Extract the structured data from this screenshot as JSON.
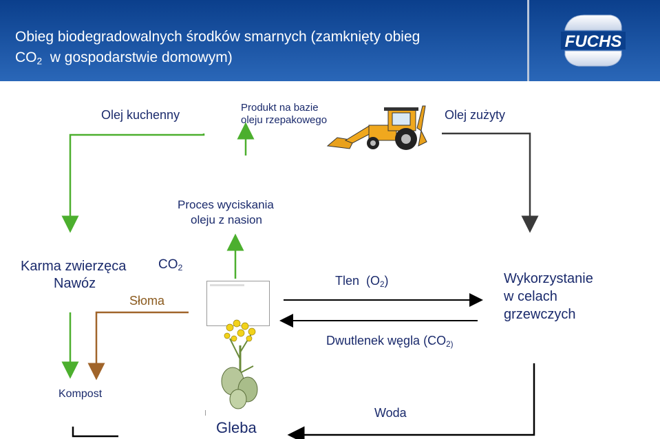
{
  "title": {
    "line1": "Obieg biodegradowalnych środków smarnych (zamknięty obieg",
    "line2_prefix": "CO",
    "line2_sub": "2",
    "line2_rest": "  w gospodarstwie domowym)"
  },
  "logo": {
    "text": "FUCHS"
  },
  "labels": {
    "kitchen_oil": "Olej kuchenny",
    "product_line1": "Produkt na bazie",
    "product_line2": "oleju  rzepakowego",
    "used_oil": "Olej zużyty",
    "press_line1": "Proces wyciskania",
    "press_line2": "oleju z nasion",
    "feed": "Karma zwierzęca",
    "fertilizer": "Nawóz",
    "co2_prefix": "CO",
    "co2_sub": "2",
    "straw": "Słoma",
    "oxygen_prefix": "Tlen  (O",
    "oxygen_sub": "2",
    "oxygen_suffix": ")",
    "heating_line1": "Wykorzystanie",
    "heating_line2": "w celach",
    "heating_line3": "grzewczych",
    "co2_long_prefix": "Dwutlenek węgla (CO",
    "co2_long_sub": "2)",
    "compost": "Kompost",
    "soil": "Gleba",
    "water": "Woda"
  },
  "colors": {
    "header": "#0b3f8c",
    "green_arrow": "#4caf2e",
    "dark_arrow": "#3a3a3a",
    "brown_arrow": "#a0642a",
    "black_arrow": "#000000",
    "text": "#1a2a6c"
  },
  "icons": [
    "backhoe-tractor-icon",
    "rapeseed-plant-icon",
    "fuchs-logo-icon"
  ]
}
